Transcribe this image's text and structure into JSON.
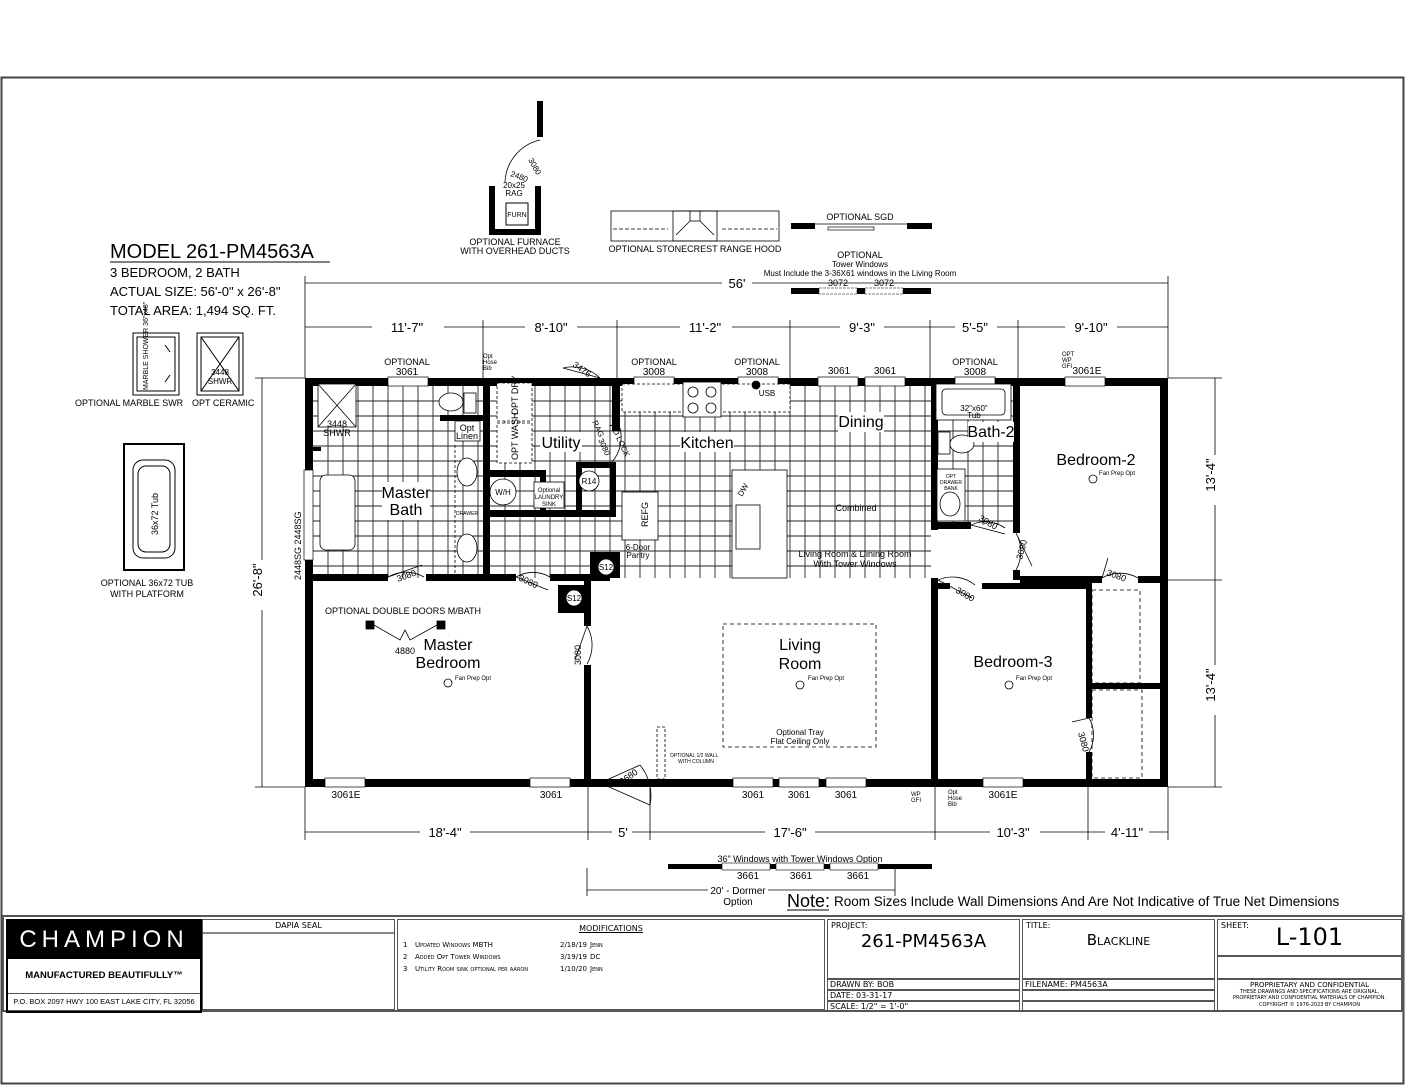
{
  "model": {
    "title": "MODEL 261-PM4563A",
    "bedrooms": "3 BEDROOM, 2 BATH",
    "size": "ACTUAL SIZE: 56'-0\" x 26'-8\"",
    "area": "TOTAL AREA: 1,494 SQ. FT."
  },
  "options": {
    "furnace": [
      "OPTIONAL FURNACE",
      "WITH OVERHEAD DUCTS"
    ],
    "furnace_rag": "20x25\nRAG",
    "furnace_rag_l1": "20x25",
    "furnace_rag_l2": "RAG",
    "furn": "FURN",
    "furnace_door": "3080",
    "furnace_door2": "2480",
    "furnace_door_rag": "RAG",
    "range_hood": "OPTIONAL STONECREST RANGE HOOD",
    "sgd": "OPTIONAL SGD",
    "tower": [
      "OPTIONAL",
      "Tower Windows",
      "Must Include the 3-36X61 windows in the Living Room"
    ],
    "tower_windows": [
      "3072",
      "3072"
    ],
    "marble_swr": "OPTIONAL  MARBLE SWR",
    "marble_inner": "MARBLE SHOWER 36\"x48\"",
    "opt_ceramic": "OPT CERAMIC",
    "ceramic_inner": [
      "3448",
      "SHWR"
    ],
    "tub_platform": [
      "OPTIONAL 36x72 TUB",
      "WITH PLATFORM"
    ],
    "tub_inner": "36x72 Tub",
    "windows_36": "36\" Windows with Tower Windows Option",
    "windows_36_labels": [
      "3661",
      "3661",
      "3661"
    ],
    "dormer": [
      "20' - Dormer",
      "Option"
    ]
  },
  "dimensions": {
    "overall_width": "56'",
    "top": [
      "11'-7\"",
      "8'-10\"",
      "11'-2\"",
      "9'-3\"",
      "5'-5\"",
      "9'-10\""
    ],
    "bottom": [
      "18'-4\"",
      "5'",
      "17'-6\"",
      "10'-3\"",
      "4'-11\""
    ],
    "left": "26'-8\"",
    "right": [
      "13'-4\"",
      "13'-4\""
    ]
  },
  "rooms": {
    "master_bath": [
      "Master",
      "Bath"
    ],
    "utility": "Utility",
    "kitchen": "Kitchen",
    "dining": "Dining",
    "bath2": "Bath-2",
    "bedroom2": "Bedroom-2",
    "master_bedroom": [
      "Master",
      "Bedroom"
    ],
    "living": [
      "Living",
      "Room"
    ],
    "bedroom3": "Bedroom-3"
  },
  "fixtures": {
    "shwr": [
      "3448",
      "SHWR"
    ],
    "opt_linen": [
      "Opt",
      "Linen"
    ],
    "opt_dry": "OPT DRY",
    "opt_wash": "OPT WASH",
    "wh": "W/H",
    "laundry_sink": [
      "Optional",
      "LAUNDRY",
      "SINK"
    ],
    "r14": "R14",
    "s12": "S12",
    "refg": "REFG",
    "pantry": [
      "6-Door",
      "Pantry"
    ],
    "drawer": "DRAWER",
    "usb": "USB",
    "dw": "DW",
    "tub": [
      "32\"x60\"",
      "Tub"
    ],
    "opt_drawer_bank": [
      "OPT",
      "DRAWER",
      "BANK"
    ],
    "combined": "Combined",
    "living_dining": [
      "Living Room & Dining Room",
      "With Tower Windows"
    ],
    "fan_prep": "Fan Prep Opt",
    "tray": [
      "Optional Tray",
      "Flat Ceiling Only"
    ],
    "half_wall": [
      "OPTIONAL 1/2 WALL",
      "WITH COLUMN"
    ],
    "double_doors": "OPTIONAL DOUBLE DOORS  M/BATH",
    "double_door_size": "4880",
    "hose_bib": [
      "Opt",
      "Hose",
      "Bib"
    ],
    "wp_gfi": [
      "WP",
      "GFI"
    ],
    "opt_wp_gfi": [
      "OPT",
      "WP",
      "GFI"
    ],
    "sg_left": "2448SG 2448SG",
    "no_lock": "NO LOCK",
    "rag": "RAG"
  },
  "windows": {
    "optional": "OPTIONAL",
    "top": [
      "3061",
      "3008",
      "3008",
      "3061",
      "3061",
      "3008",
      "3061E"
    ],
    "bottom": [
      "3061E",
      "3061",
      "3061",
      "3061",
      "3061",
      "3061E"
    ]
  },
  "doors": {
    "d3476": "3476",
    "d3080": "3080",
    "d3680": "3680"
  },
  "note": {
    "label": "Note:",
    "text": "Room Sizes Include Wall Dimensions And Are Not Indicative of True Net Dimensions"
  },
  "title_block": {
    "company": "CHAMPION",
    "tagline": "MANUFACTURED BEAUTIFULLY™",
    "address": "P.O. BOX 2097 HWY 100 EAST LAKE CITY, FL  32056",
    "dapia_seal": "DAPIA SEAL",
    "modifications_header": "MODIFICATIONS",
    "modifications": [
      {
        "num": "1",
        "desc": "Updated Windows MBTH",
        "date": "2/18/19",
        "by": "Jenn"
      },
      {
        "num": "2",
        "desc": "Added Opt Tower Windows",
        "date": "3/19/19",
        "by": "DC"
      },
      {
        "num": "3",
        "desc": "Utility Room sink optional per aaron",
        "date": "1/10/20",
        "by": "Jenn"
      }
    ],
    "project_label": "PROJECT:",
    "project": "261-PM4563A",
    "title_label": "TITLE:",
    "title": "Blackline",
    "sheet_label": "SHEET:",
    "sheet": "L-101",
    "drawn_by": "DRAWN BY: BOB",
    "date": "DATE: 03-31-17",
    "scale": "SCALE: 1/2\" = 1'-0\"",
    "filename": "FILENAME: PM4563A",
    "proprietary": "PROPRIETARY AND CONFIDENTIAL",
    "proprietary_text": [
      "THESE DRAWINGS AND SPECIFICATIONS ARE ORIGINAL,",
      "PROPRIETARY AND CONFIDENTIAL MATERIALS OF CHAMPION."
    ],
    "copyright": "COPYRIGHT © 1976-2023 BY CHAMPION"
  }
}
